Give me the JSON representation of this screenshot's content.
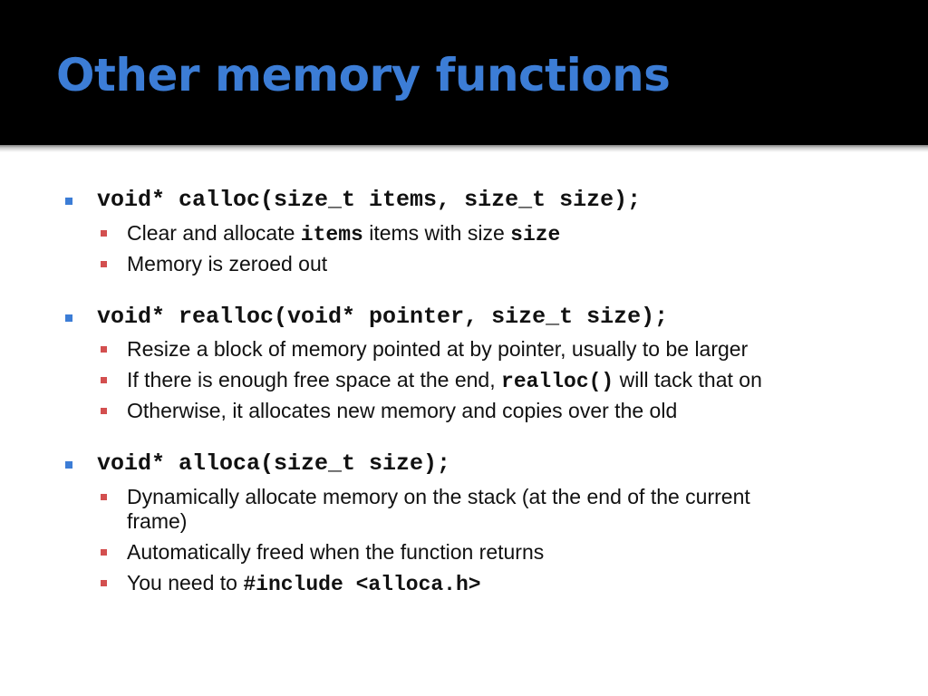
{
  "slide": {
    "title": "Other memory functions",
    "colors": {
      "title_bar": "#000000",
      "title_text": "#3c7dd6",
      "level1_bullet": "#3c7dd6",
      "level2_bullet": "#d34f4f",
      "body_text": "#111111"
    },
    "bullet_icons": {
      "level1": "blue-square-bullet-icon",
      "level2": "red-square-bullet-icon"
    },
    "items": [
      {
        "signature": "void* calloc(size_t items, size_t size);",
        "sub": [
          [
            "Clear and allocate ",
            "items",
            " items with size ",
            "size"
          ],
          [
            "Memory is zeroed out"
          ]
        ]
      },
      {
        "signature": "void* realloc(void* pointer, size_t size);",
        "sub": [
          [
            "Resize a block of memory pointed at by pointer, usually to be larger"
          ],
          [
            "If there is enough free space at the end, ",
            "realloc()",
            " will tack that on"
          ],
          [
            "Otherwise, it allocates new memory and copies over the old"
          ]
        ]
      },
      {
        "signature": "void* alloca(size_t size);",
        "sub": [
          [
            "Dynamically allocate memory on the stack (at the end of the current"
          ],
          [
            "frame)"
          ],
          [
            "Automatically freed when the function returns"
          ],
          [
            "You need to ",
            "#include <alloca.h>"
          ]
        ]
      }
    ]
  }
}
